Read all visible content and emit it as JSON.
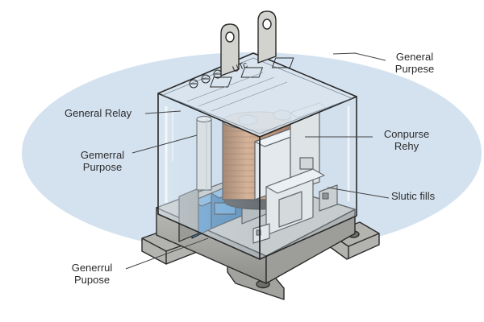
{
  "callouts": {
    "top_right": {
      "line1": "General",
      "line2": "Purpese"
    },
    "left_upper": {
      "line1": "General Relay"
    },
    "left_middle": {
      "line1": "Gemerral",
      "line2": "Purpose"
    },
    "right_middle": {
      "line1": "Conpurse",
      "line2": "Rehy"
    },
    "right_lower": {
      "line1": "Slutic fills"
    },
    "bottom_left": {
      "line1": "Generrul",
      "line2": "Pupose"
    }
  },
  "device_markings": {
    "cover_mark": "UTc"
  },
  "colors": {
    "backdrop_ellipse": "#d4e2f0",
    "coil_copper": "#c8804a",
    "cover_glass": "#c9d9e6",
    "base_grey": "#a7a7a3",
    "blue_terminals": "#3b86c4",
    "outline": "#2a2a2a"
  }
}
